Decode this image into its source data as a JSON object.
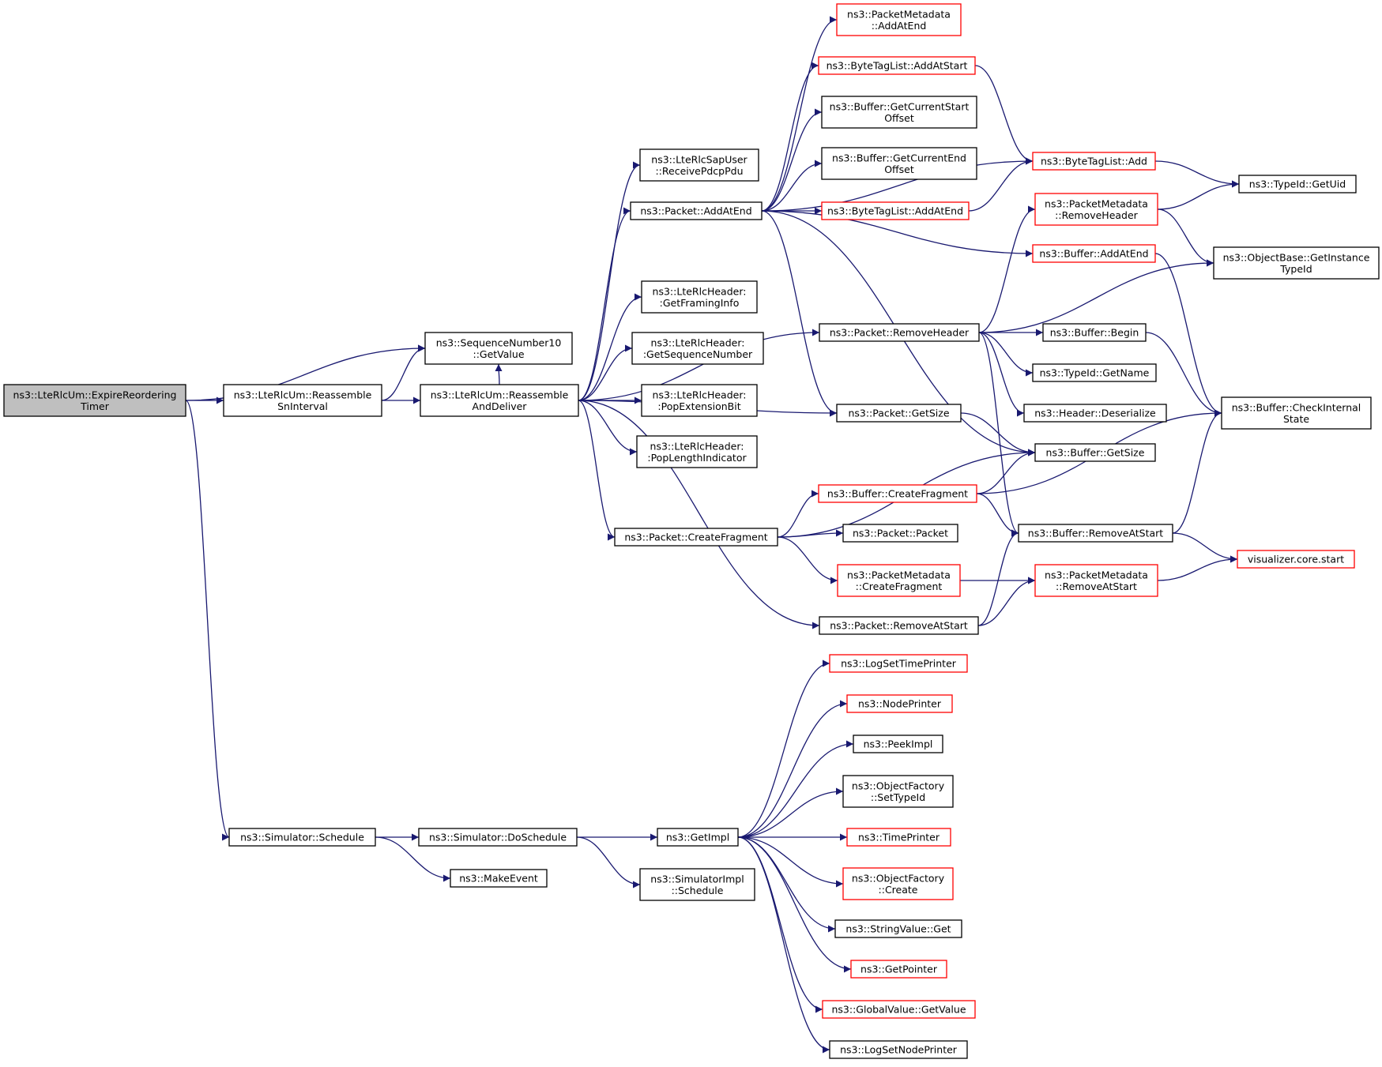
{
  "colors": {
    "edge": "#191970",
    "root_fill": "#bfbfbf",
    "node_fill": "#ffffff",
    "node_border": "#000000",
    "truncated_border": "#ff0000"
  },
  "nodes": {
    "n0": {
      "lines": [
        "ns3::LteRlcUm::ExpireReordering",
        "Timer"
      ],
      "style": "root"
    },
    "n1": {
      "lines": [
        "ns3::SequenceNumber10",
        "::GetValue"
      ],
      "style": "normal"
    },
    "n2": {
      "lines": [
        "ns3::LteRlcUm::Reassemble",
        "SnInterval"
      ],
      "style": "normal"
    },
    "n3": {
      "lines": [
        "ns3::LteRlcUm::Reassemble",
        "AndDeliver"
      ],
      "style": "normal"
    },
    "n4": {
      "lines": [
        "ns3::LteRlcSapUser",
        "::ReceivePdcpPdu"
      ],
      "style": "normal"
    },
    "n5": {
      "lines": [
        "ns3::Packet::AddAtEnd"
      ],
      "style": "normal"
    },
    "n6": {
      "lines": [
        "ns3::LteRlcHeader:",
        ":GetFramingInfo"
      ],
      "style": "normal"
    },
    "n7": {
      "lines": [
        "ns3::LteRlcHeader:",
        ":GetSequenceNumber"
      ],
      "style": "normal"
    },
    "n8": {
      "lines": [
        "ns3::LteRlcHeader:",
        ":PopExtensionBit"
      ],
      "style": "normal"
    },
    "n9": {
      "lines": [
        "ns3::LteRlcHeader:",
        ":PopLengthIndicator"
      ],
      "style": "normal"
    },
    "n10": {
      "lines": [
        "ns3::Packet::CreateFragment"
      ],
      "style": "normal"
    },
    "n11": {
      "lines": [
        "ns3::PacketMetadata",
        "::AddAtEnd"
      ],
      "style": "truncated"
    },
    "n12": {
      "lines": [
        "ns3::ByteTagList::AddAtStart"
      ],
      "style": "truncated"
    },
    "n13": {
      "lines": [
        "ns3::Buffer::GetCurrentStart",
        "Offset"
      ],
      "style": "normal"
    },
    "n14": {
      "lines": [
        "ns3::Buffer::GetCurrentEnd",
        "Offset"
      ],
      "style": "normal"
    },
    "n15": {
      "lines": [
        "ns3::ByteTagList::AddAtEnd"
      ],
      "style": "truncated"
    },
    "n16": {
      "lines": [
        "ns3::Packet::RemoveHeader"
      ],
      "style": "normal"
    },
    "n17": {
      "lines": [
        "ns3::Packet::GetSize"
      ],
      "style": "normal"
    },
    "n18": {
      "lines": [
        "ns3::Buffer::CreateFragment"
      ],
      "style": "truncated"
    },
    "n19": {
      "lines": [
        "ns3::Packet::Packet"
      ],
      "style": "normal"
    },
    "n20": {
      "lines": [
        "ns3::PacketMetadata",
        "::CreateFragment"
      ],
      "style": "truncated"
    },
    "n21": {
      "lines": [
        "ns3::Packet::RemoveAtStart"
      ],
      "style": "normal"
    },
    "n22": {
      "lines": [
        "ns3::ByteTagList::Add"
      ],
      "style": "truncated"
    },
    "n23": {
      "lines": [
        "ns3::PacketMetadata",
        "::RemoveHeader"
      ],
      "style": "truncated"
    },
    "n24": {
      "lines": [
        "ns3::Buffer::AddAtEnd"
      ],
      "style": "truncated"
    },
    "n25": {
      "lines": [
        "ns3::Buffer::Begin"
      ],
      "style": "normal"
    },
    "n26": {
      "lines": [
        "ns3::TypeId::GetName"
      ],
      "style": "normal"
    },
    "n27": {
      "lines": [
        "ns3::Header::Deserialize"
      ],
      "style": "normal"
    },
    "n28": {
      "lines": [
        "ns3::Buffer::GetSize"
      ],
      "style": "normal"
    },
    "n29": {
      "lines": [
        "ns3::Buffer::RemoveAtStart"
      ],
      "style": "normal"
    },
    "n30": {
      "lines": [
        "ns3::PacketMetadata",
        "::RemoveAtStart"
      ],
      "style": "truncated"
    },
    "n31": {
      "lines": [
        "ns3::TypeId::GetUid"
      ],
      "style": "normal"
    },
    "n32": {
      "lines": [
        "ns3::ObjectBase::GetInstance",
        "TypeId"
      ],
      "style": "normal"
    },
    "n33": {
      "lines": [
        "ns3::Buffer::CheckInternal",
        "State"
      ],
      "style": "normal"
    },
    "n34": {
      "lines": [
        "visualizer.core.start"
      ],
      "style": "truncated"
    },
    "n35": {
      "lines": [
        "ns3::Simulator::Schedule"
      ],
      "style": "normal"
    },
    "n36": {
      "lines": [
        "ns3::Simulator::DoSchedule"
      ],
      "style": "normal"
    },
    "n37": {
      "lines": [
        "ns3::MakeEvent"
      ],
      "style": "normal"
    },
    "n38": {
      "lines": [
        "ns3::GetImpl"
      ],
      "style": "normal"
    },
    "n39": {
      "lines": [
        "ns3::SimulatorImpl",
        "::Schedule"
      ],
      "style": "normal"
    },
    "n40": {
      "lines": [
        "ns3::LogSetTimePrinter"
      ],
      "style": "truncated"
    },
    "n41": {
      "lines": [
        "ns3::NodePrinter"
      ],
      "style": "truncated"
    },
    "n42": {
      "lines": [
        "ns3::PeekImpl"
      ],
      "style": "normal"
    },
    "n43": {
      "lines": [
        "ns3::ObjectFactory",
        "::SetTypeId"
      ],
      "style": "normal"
    },
    "n44": {
      "lines": [
        "ns3::TimePrinter"
      ],
      "style": "truncated"
    },
    "n45": {
      "lines": [
        "ns3::ObjectFactory",
        "::Create"
      ],
      "style": "truncated"
    },
    "n46": {
      "lines": [
        "ns3::StringValue::Get"
      ],
      "style": "normal"
    },
    "n47": {
      "lines": [
        "ns3::GetPointer"
      ],
      "style": "truncated"
    },
    "n48": {
      "lines": [
        "ns3::GlobalValue::GetValue"
      ],
      "style": "truncated"
    },
    "n49": {
      "lines": [
        "ns3::LogSetNodePrinter"
      ],
      "style": "normal"
    }
  },
  "edges": [
    [
      "n0",
      "n1"
    ],
    [
      "n0",
      "n2"
    ],
    [
      "n0",
      "n35"
    ],
    [
      "n2",
      "n1"
    ],
    [
      "n2",
      "n3"
    ],
    [
      "n3",
      "n1"
    ],
    [
      "n3",
      "n4"
    ],
    [
      "n3",
      "n5"
    ],
    [
      "n3",
      "n6"
    ],
    [
      "n3",
      "n7"
    ],
    [
      "n3",
      "n8"
    ],
    [
      "n3",
      "n9"
    ],
    [
      "n3",
      "n10"
    ],
    [
      "n3",
      "n16"
    ],
    [
      "n3",
      "n17"
    ],
    [
      "n3",
      "n21"
    ],
    [
      "n5",
      "n11"
    ],
    [
      "n5",
      "n12"
    ],
    [
      "n5",
      "n13"
    ],
    [
      "n5",
      "n14"
    ],
    [
      "n5",
      "n15"
    ],
    [
      "n5",
      "n22"
    ],
    [
      "n5",
      "n24"
    ],
    [
      "n5",
      "n17"
    ],
    [
      "n5",
      "n28"
    ],
    [
      "n10",
      "n18"
    ],
    [
      "n10",
      "n19"
    ],
    [
      "n10",
      "n20"
    ],
    [
      "n10",
      "n28"
    ],
    [
      "n12",
      "n22"
    ],
    [
      "n15",
      "n22"
    ],
    [
      "n22",
      "n31"
    ],
    [
      "n16",
      "n23"
    ],
    [
      "n16",
      "n32"
    ],
    [
      "n16",
      "n25"
    ],
    [
      "n16",
      "n26"
    ],
    [
      "n16",
      "n27"
    ],
    [
      "n16",
      "n29"
    ],
    [
      "n17",
      "n28"
    ],
    [
      "n18",
      "n28"
    ],
    [
      "n18",
      "n29"
    ],
    [
      "n18",
      "n33"
    ],
    [
      "n20",
      "n30"
    ],
    [
      "n21",
      "n29"
    ],
    [
      "n21",
      "n30"
    ],
    [
      "n23",
      "n31"
    ],
    [
      "n23",
      "n32"
    ],
    [
      "n24",
      "n33"
    ],
    [
      "n25",
      "n33"
    ],
    [
      "n29",
      "n33"
    ],
    [
      "n29",
      "n34"
    ],
    [
      "n30",
      "n34"
    ],
    [
      "n35",
      "n36"
    ],
    [
      "n35",
      "n37"
    ],
    [
      "n36",
      "n38"
    ],
    [
      "n36",
      "n39"
    ],
    [
      "n38",
      "n40"
    ],
    [
      "n38",
      "n41"
    ],
    [
      "n38",
      "n42"
    ],
    [
      "n38",
      "n43"
    ],
    [
      "n38",
      "n44"
    ],
    [
      "n38",
      "n45"
    ],
    [
      "n38",
      "n46"
    ],
    [
      "n38",
      "n47"
    ],
    [
      "n38",
      "n48"
    ],
    [
      "n38",
      "n49"
    ]
  ]
}
